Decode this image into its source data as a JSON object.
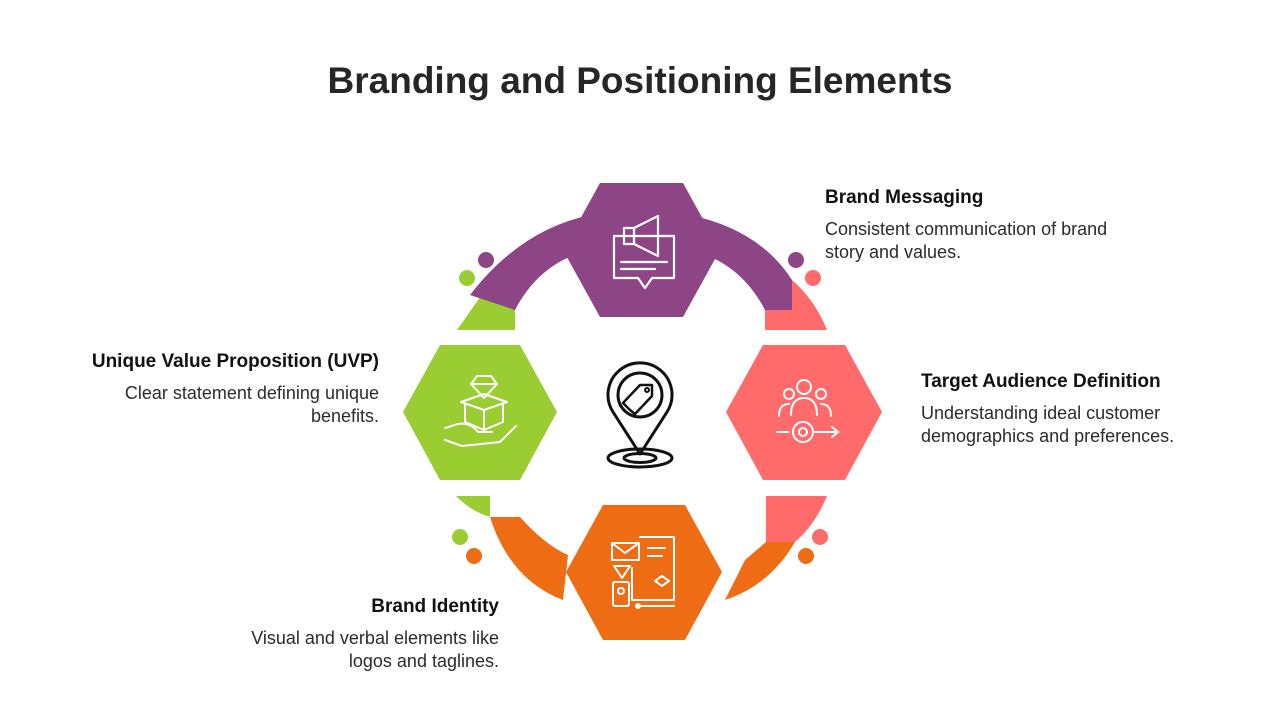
{
  "title": "Branding and Positioning Elements",
  "colors": {
    "purple": "#8E4585",
    "coral": "#FF6B6B",
    "green": "#9ACD32",
    "orange": "#EE6C14",
    "text": "#262626"
  },
  "center_icon": "location-pin-with-tag-icon",
  "items": [
    {
      "heading": "Brand Messaging",
      "body": "Consistent communication of brand story and values.",
      "color": "#8E4585",
      "icon": "megaphone-icon"
    },
    {
      "heading": "Target Audience Definition",
      "body": "Understanding ideal customer demographics and preferences.",
      "color": "#FF6B6B",
      "icon": "audience-target-icon"
    },
    {
      "heading": "Brand Identity",
      "body": "Visual and verbal elements like logos and taglines.",
      "color": "#EE6C14",
      "icon": "brand-assets-icon"
    },
    {
      "heading": "Unique Value Proposition (UVP)",
      "body": "Clear statement defining unique benefits.",
      "color": "#9ACD32",
      "icon": "diamond-box-hand-icon"
    }
  ]
}
